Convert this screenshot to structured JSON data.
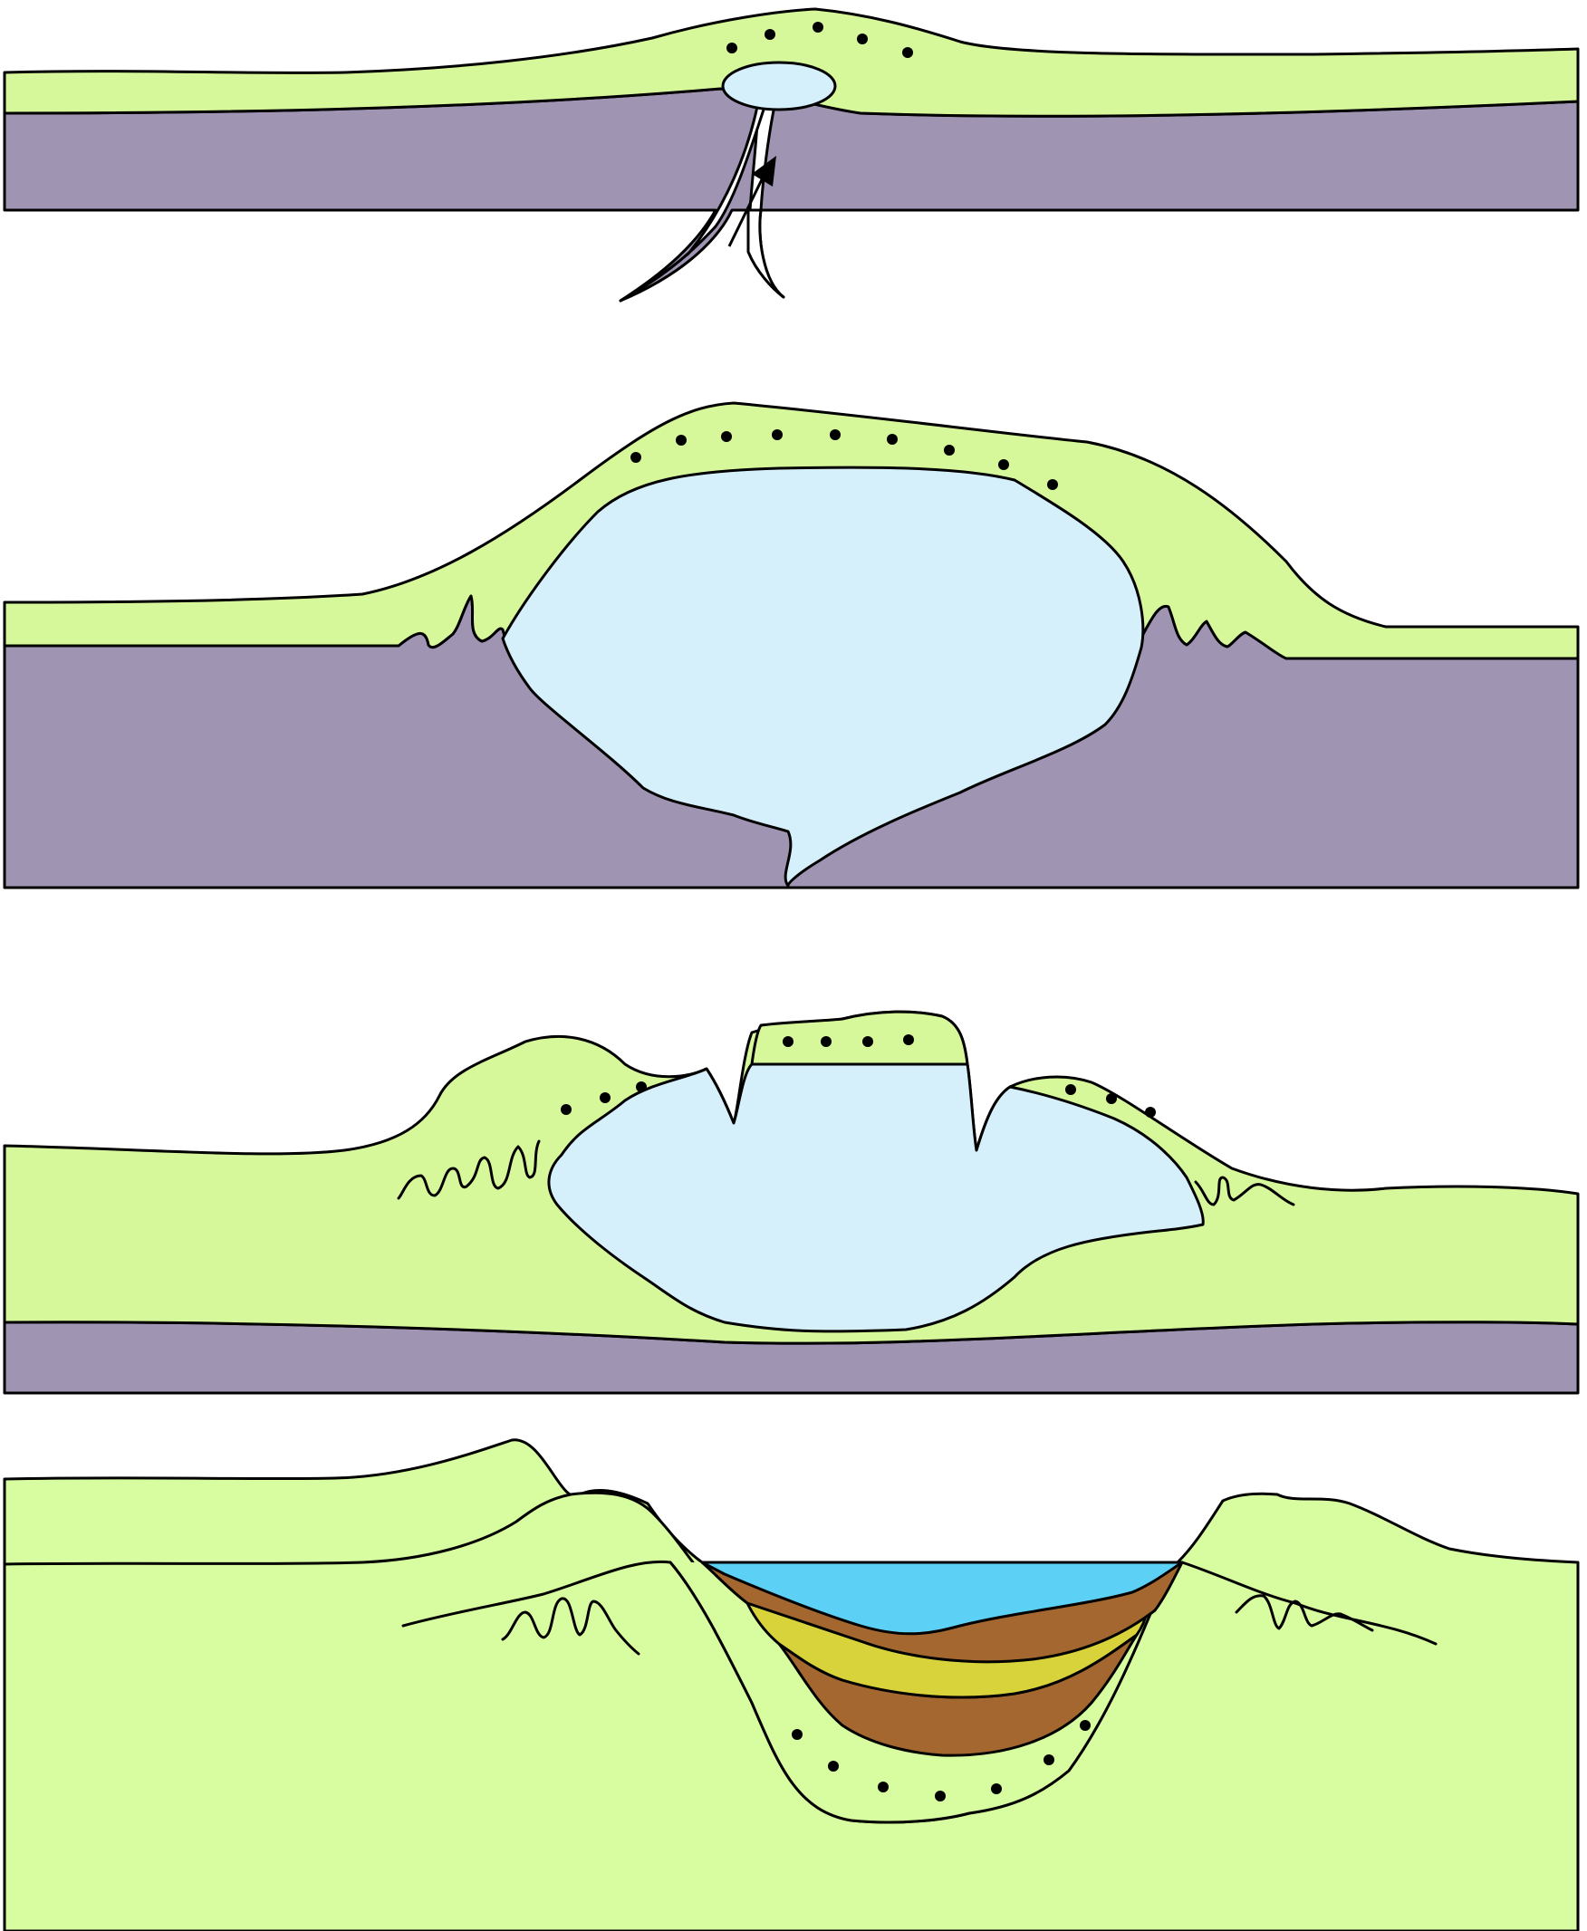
{
  "colors": {
    "background": "#ffffff",
    "bedrock": "#a094b3",
    "upper_layer": "#d6f79a",
    "upper_layer_light": "#d8fca0",
    "magma_chamber": "#d6f0fb",
    "lake_water": "#5cd0f5",
    "sediment_brown": "#a3672f",
    "sediment_yellow": "#d8d33a",
    "outline": "#000000"
  },
  "panels": [
    {
      "stage": 1,
      "elements": [
        "bedrock",
        "upper-layer",
        "magma-conduit",
        "magma-chamber",
        "upward-arrow",
        "marker-dots"
      ]
    },
    {
      "stage": 2,
      "elements": [
        "bedrock",
        "upper-layer",
        "magma-chamber",
        "folds",
        "marker-dots"
      ]
    },
    {
      "stage": 3,
      "elements": [
        "bedrock",
        "upper-layer",
        "magma-chamber",
        "collapsed-blocks",
        "folds",
        "marker-dots"
      ]
    },
    {
      "stage": 4,
      "elements": [
        "upper-layer",
        "crater-lake",
        "sediment-layers",
        "folds",
        "marker-dots"
      ]
    }
  ]
}
